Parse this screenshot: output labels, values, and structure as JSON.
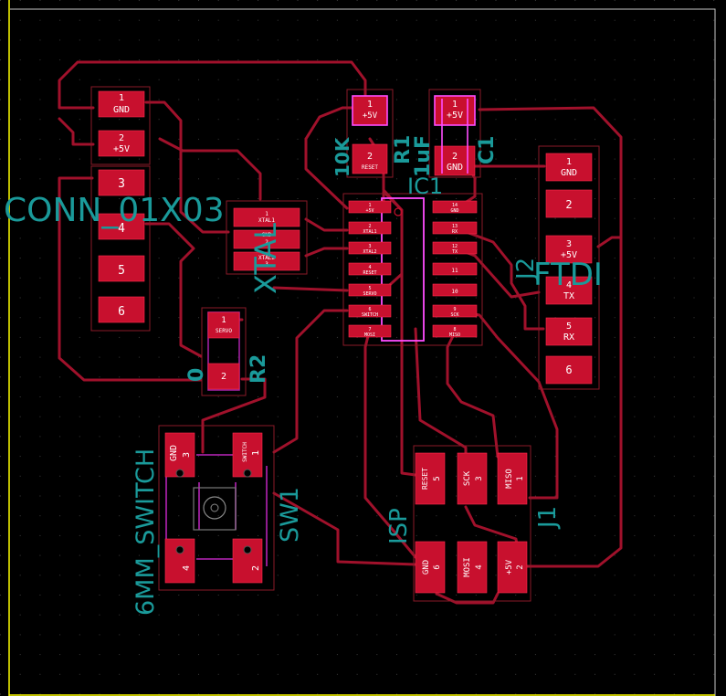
{
  "colors": {
    "background": "#000000",
    "pad": "#c8102e",
    "trace": "#a0112b",
    "silkscreen_text": "#1a9a9a",
    "outline": "#ffff00",
    "selection": "#ff4dff"
  },
  "refs": {
    "conn_label": "CONN_01X03",
    "xtal_ref": "XTAL",
    "r1_ref": "R1",
    "r1_value": "10K",
    "c1_ref": "C1",
    "c1_value": "1uF",
    "ic_ref": "IC1",
    "r2_ref": "R2",
    "r2_value": "0",
    "sw_ref": "SW1",
    "sw_value": "6MM_SWITCH",
    "isp_ref": "ISP",
    "j1_ref": "J1",
    "ftdi_ref": "FTDI",
    "j2_ref": "J2"
  },
  "conn": {
    "pins": [
      {
        "num": "1",
        "net": "GND"
      },
      {
        "num": "2",
        "net": "+5V"
      },
      {
        "num": "3",
        "net": ""
      },
      {
        "num": "4",
        "net": ""
      },
      {
        "num": "5",
        "net": ""
      },
      {
        "num": "6",
        "net": ""
      }
    ]
  },
  "r1": {
    "pins": [
      {
        "num": "1",
        "net": "+5V"
      },
      {
        "num": "2",
        "net": "RESET"
      }
    ]
  },
  "c1": {
    "pins": [
      {
        "num": "1",
        "net": "+5V"
      },
      {
        "num": "2",
        "net": "GND"
      }
    ]
  },
  "xtal": {
    "pins": [
      {
        "num": "1",
        "net": "XTAL1"
      },
      {
        "num": "2",
        "net": "GND"
      },
      {
        "num": "3",
        "net": "XTAL2"
      }
    ]
  },
  "ic": {
    "left": [
      {
        "num": "1",
        "net": "+5V"
      },
      {
        "num": "2",
        "net": "XTAL1"
      },
      {
        "num": "3",
        "net": "XTAL2"
      },
      {
        "num": "4",
        "net": "RESET"
      },
      {
        "num": "5",
        "net": "SERVO"
      },
      {
        "num": "6",
        "net": "SWITCH"
      },
      {
        "num": "7",
        "net": "MOSI"
      }
    ],
    "right": [
      {
        "num": "14",
        "net": "GND"
      },
      {
        "num": "13",
        "net": "RX"
      },
      {
        "num": "12",
        "net": "TX"
      },
      {
        "num": "11",
        "net": ""
      },
      {
        "num": "10",
        "net": ""
      },
      {
        "num": "9",
        "net": "SCK"
      },
      {
        "num": "8",
        "net": "MISO"
      }
    ]
  },
  "r2": {
    "pins": [
      {
        "num": "1",
        "net": "SERVO"
      },
      {
        "num": "2",
        "net": ""
      }
    ]
  },
  "ftdi": {
    "pins": [
      {
        "num": "1",
        "net": "GND"
      },
      {
        "num": "2",
        "net": ""
      },
      {
        "num": "3",
        "net": "+5V"
      },
      {
        "num": "4",
        "net": "TX"
      },
      {
        "num": "5",
        "net": "RX"
      },
      {
        "num": "6",
        "net": ""
      }
    ]
  },
  "sw": {
    "pins": [
      {
        "num": "3",
        "net": "GND"
      },
      {
        "num": "1",
        "net": "SWITCH"
      },
      {
        "num": "4",
        "net": ""
      },
      {
        "num": "2",
        "net": ""
      }
    ]
  },
  "isp": {
    "pins": [
      {
        "num": "5",
        "net": "RESET"
      },
      {
        "num": "3",
        "net": "SCK"
      },
      {
        "num": "1",
        "net": "MISO"
      },
      {
        "num": "6",
        "net": "GND"
      },
      {
        "num": "4",
        "net": "MOSI"
      },
      {
        "num": "2",
        "net": "+5V"
      }
    ]
  }
}
